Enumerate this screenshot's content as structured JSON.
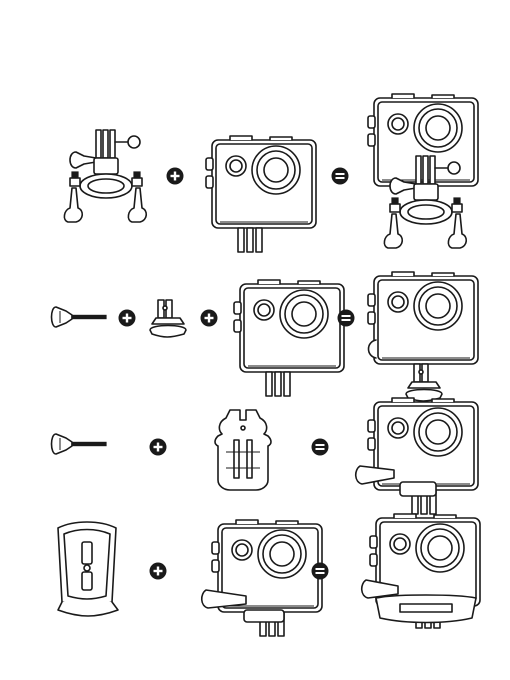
{
  "colors": {
    "ink": "#1a1a1a",
    "paper": "#ffffff"
  },
  "symbols": {
    "plus": "plus-icon",
    "equals": "equals-icon"
  },
  "rows": [
    {
      "inputs": [
        "handlebar-mount",
        "waterproof-camera-case"
      ],
      "result": "camera-on-handlebar-mount"
    },
    {
      "inputs": [
        "thumb-screw",
        "tripod-adapter",
        "waterproof-camera-case"
      ],
      "result": "camera-on-tripod-adapter"
    },
    {
      "inputs": [
        "thumb-screw",
        "quick-release-buckle"
      ],
      "result": "camera-on-buckle"
    },
    {
      "inputs": [
        "curved-adhesive-mount",
        "waterproof-camera-case"
      ],
      "result": "camera-on-curved-mount"
    }
  ]
}
